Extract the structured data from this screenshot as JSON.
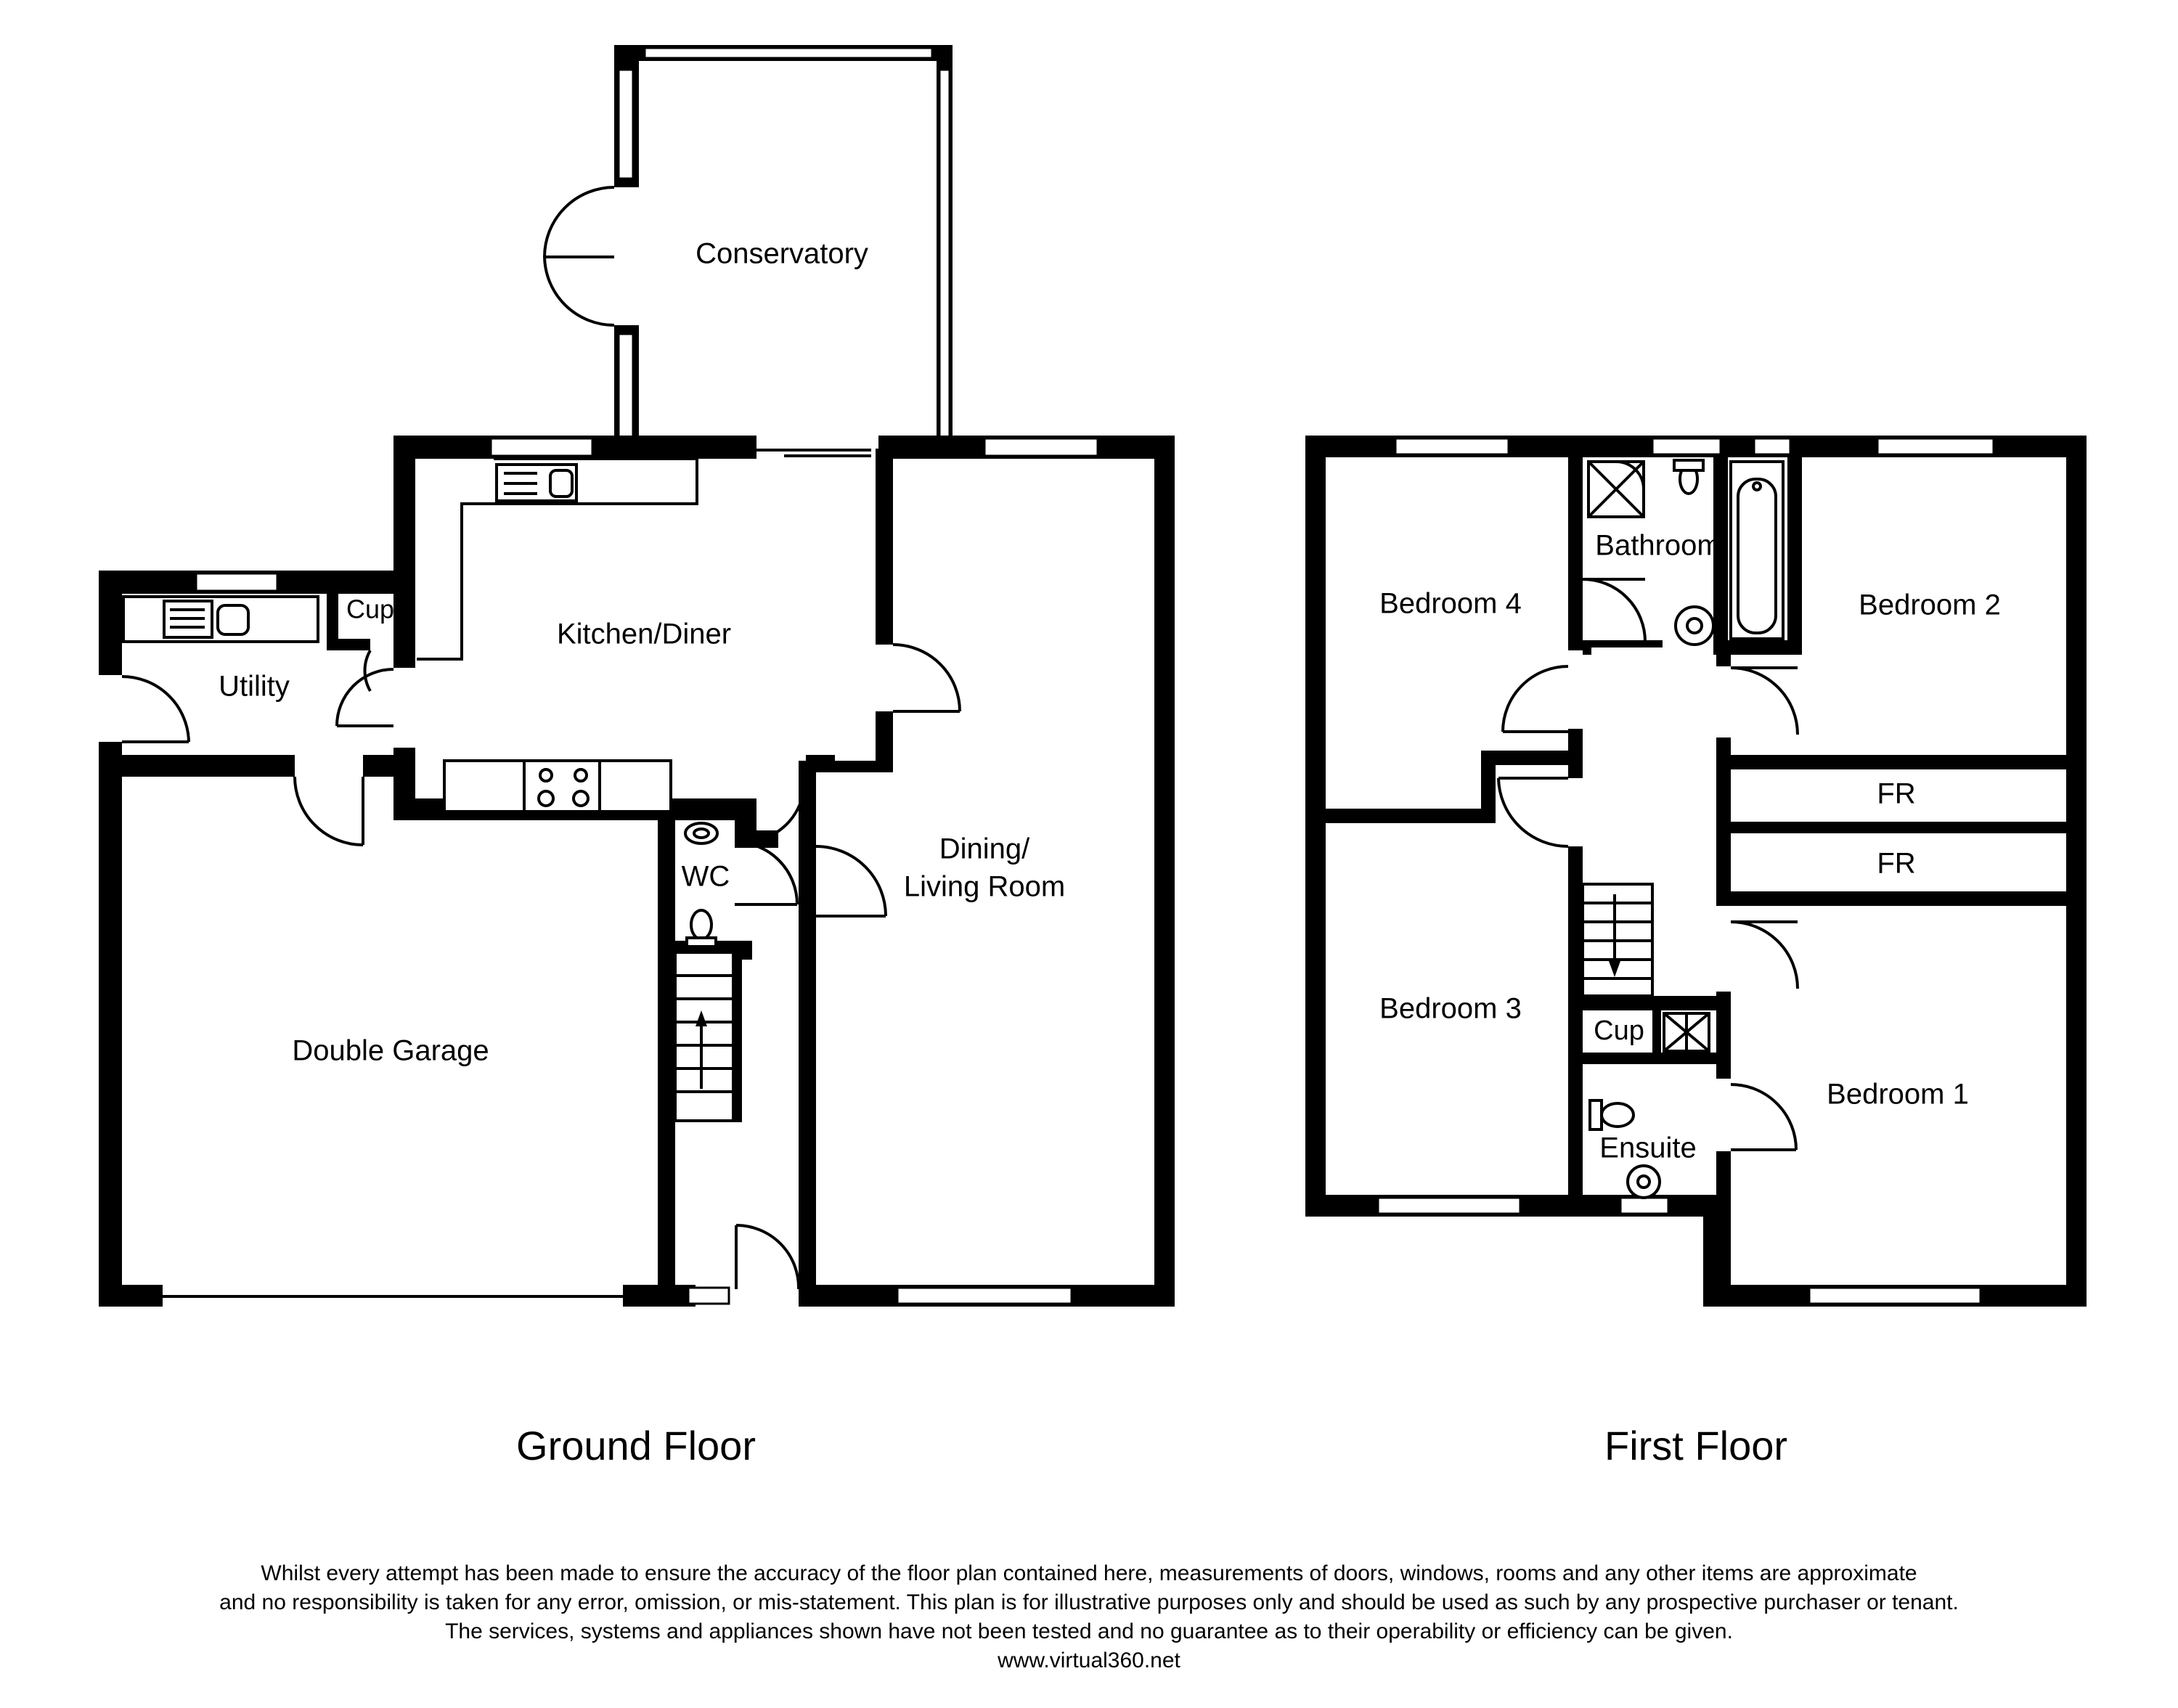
{
  "floors": {
    "ground": {
      "title": "Ground Floor"
    },
    "first": {
      "title": "First Floor"
    }
  },
  "rooms": {
    "conservatory": "Conservatory",
    "kitchen_diner": "Kitchen/Diner",
    "utility": "Utility",
    "cup_ground": "Cup",
    "wc": "WC",
    "dining_line1": "Dining/",
    "dining_line2": "Living Room",
    "double_garage": "Double Garage",
    "bedroom_4": "Bedroom 4",
    "bathroom": "Bathroom",
    "bedroom_2": "Bedroom 2",
    "fr_top": "FR",
    "fr_bottom": "FR",
    "bedroom_3": "Bedroom 3",
    "cup_first": "Cup",
    "bedroom_1": "Bedroom 1",
    "ensuite": "Ensuite"
  },
  "disclaimer": {
    "line1": "Whilst every attempt has been made to ensure the accuracy of the floor plan contained here, measurements of doors, windows, rooms and any other items are approximate",
    "line2": "and no responsibility is taken for any error, omission, or mis-statement. This plan is for illustrative purposes only and should be used as such by any prospective purchaser or tenant.",
    "line3": "The services, systems and appliances shown have not been tested and no guarantee as to their operability or efficiency can be given.",
    "website": "www.virtual360.net"
  }
}
